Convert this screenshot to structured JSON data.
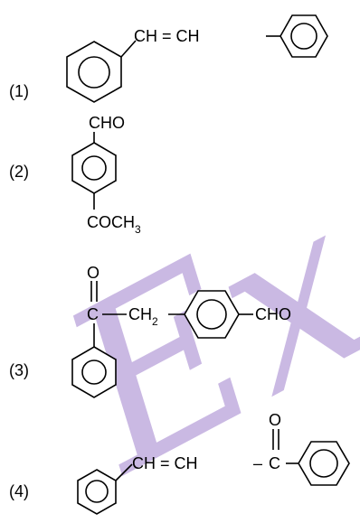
{
  "watermark": "Excel",
  "colors": {
    "watermark": "#b9a2da",
    "ink": "#000000",
    "background": "#ffffff"
  },
  "options": [
    {
      "number": "(1)",
      "labels": {
        "bridge": "CH = CH"
      }
    },
    {
      "number": "(2)",
      "labels": {
        "top": "CHO",
        "bottom": "COCH",
        "bottom_sub": "3"
      }
    },
    {
      "number": "(3)",
      "labels": {
        "oxygen": "O",
        "carbon": "C",
        "ch2": "CH",
        "ch2_sub": "2",
        "aldehyde": "CHO"
      }
    },
    {
      "number": "(4)",
      "labels": {
        "bridge": "CH = CH",
        "dash": "–",
        "carbon": "C",
        "oxygen": "O"
      }
    }
  ]
}
